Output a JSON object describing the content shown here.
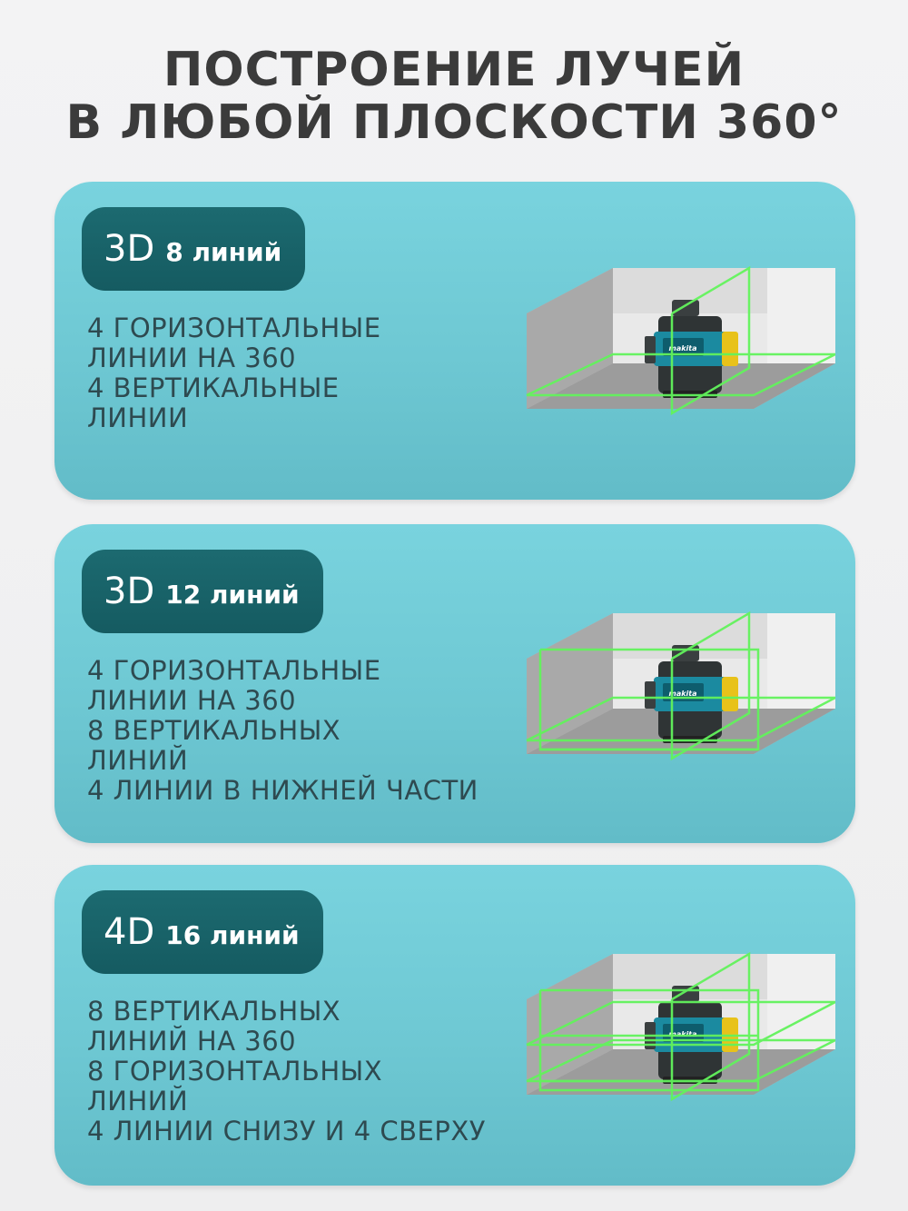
{
  "headline": {
    "line1": "ПОСТРОЕНИЕ ЛУЧЕЙ",
    "line2": "В ЛЮБОЙ ПЛОСКОСТИ 360°"
  },
  "colors": {
    "page_background": "#f1f1f2",
    "headline_text": "#3b3b3b",
    "card_background": "#6ec8d3",
    "badge_background": "#176166",
    "badge_text": "#ffffff",
    "spec_text": "#2e4a50",
    "laser_green": "#5dff5a"
  },
  "cards": [
    {
      "badge": {
        "dimension": "3D",
        "lines": "8 линий"
      },
      "specs": [
        "4 ГОРИЗОНТАЛЬНЫЕ",
        "ЛИНИИ НА 360",
        "4 ВЕРТИКАЛЬНЫЕ",
        "ЛИНИИ"
      ],
      "illustration": {
        "device_brand": "makita",
        "icon": "laser-level-room-icon"
      }
    },
    {
      "badge": {
        "dimension": "3D",
        "lines": "12 линий"
      },
      "specs": [
        "4 ГОРИЗОНТАЛЬНЫЕ",
        "ЛИНИИ НА 360",
        "8 ВЕРТИКАЛЬНЫХ",
        "ЛИНИЙ",
        "4 ЛИНИИ В НИЖНЕЙ ЧАСТИ"
      ],
      "illustration": {
        "device_brand": "makita",
        "icon": "laser-level-room-icon"
      }
    },
    {
      "badge": {
        "dimension": "4D",
        "lines": "16 линий"
      },
      "specs": [
        "8 ВЕРТИКАЛЬНЫХ",
        "ЛИНИЙ НА 360",
        "8 ГОРИЗОНТАЛЬНЫХ",
        "ЛИНИЙ",
        "4 ЛИНИИ СНИЗУ И 4 СВЕРХУ"
      ],
      "illustration": {
        "device_brand": "makita",
        "icon": "laser-level-room-icon"
      }
    }
  ]
}
